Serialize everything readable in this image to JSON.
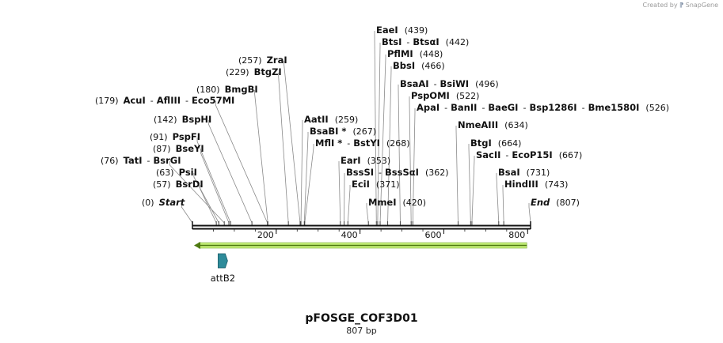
{
  "credit": {
    "text": "Created by",
    "brand": "SnapGene"
  },
  "map": {
    "title": "pFOSGE_COF3D01",
    "subtitle": "807 bp",
    "length": 807,
    "ticks": [
      200,
      400,
      600,
      800
    ],
    "features": [
      {
        "name": "attB2",
        "start": 65,
        "end": 90,
        "color": "#2e8b9a"
      }
    ],
    "orf": {
      "start": 0,
      "end": 798,
      "direction": "reverse",
      "color": "#c5ef7a"
    },
    "sites": [
      {
        "parts": [
          {
            "t": "(0)"
          },
          {
            "t": "Start",
            "style": "ital"
          }
        ],
        "pos": 0
      },
      {
        "parts": [
          {
            "t": "(57)"
          },
          {
            "t": "BsrDI",
            "style": "bold"
          }
        ],
        "pos": 57
      },
      {
        "parts": [
          {
            "t": "(63)"
          },
          {
            "t": "PsiI",
            "style": "bold"
          }
        ],
        "pos": 63
      },
      {
        "parts": [
          {
            "t": "(76)"
          },
          {
            "t": "TatI",
            "style": "bold"
          },
          {
            "t": "-"
          },
          {
            "t": "BsrGI",
            "style": "bold"
          }
        ],
        "pos": 76
      },
      {
        "parts": [
          {
            "t": "(87)"
          },
          {
            "t": "BseYI",
            "style": "bold"
          }
        ],
        "pos": 87
      },
      {
        "parts": [
          {
            "t": "(91)"
          },
          {
            "t": "PspFI",
            "style": "bold"
          }
        ],
        "pos": 91
      },
      {
        "parts": [
          {
            "t": "(142)"
          },
          {
            "t": "BspHI",
            "style": "bold"
          }
        ],
        "pos": 142
      },
      {
        "parts": [
          {
            "t": "(179)"
          },
          {
            "t": "AcuI",
            "style": "bold"
          },
          {
            "t": "-"
          },
          {
            "t": "AflIII",
            "style": "bold"
          },
          {
            "t": "-"
          },
          {
            "t": "Eco57MI",
            "style": "bold"
          }
        ],
        "pos": 179
      },
      {
        "parts": [
          {
            "t": "(180)"
          },
          {
            "t": "BmgBI",
            "style": "bold"
          }
        ],
        "pos": 180
      },
      {
        "parts": [
          {
            "t": "(229)"
          },
          {
            "t": "BtgZI",
            "style": "bold"
          }
        ],
        "pos": 229
      },
      {
        "parts": [
          {
            "t": "(257)"
          },
          {
            "t": "ZraI",
            "style": "bold"
          }
        ],
        "pos": 257
      },
      {
        "parts": [
          {
            "t": "AatII",
            "style": "bold"
          },
          {
            "t": "(259)"
          }
        ],
        "pos": 259
      },
      {
        "parts": [
          {
            "t": "BsaBI *",
            "style": "bold"
          },
          {
            "t": "(267)"
          }
        ],
        "pos": 267
      },
      {
        "parts": [
          {
            "t": "MflI *",
            "style": "bold"
          },
          {
            "t": "-"
          },
          {
            "t": "BstYI",
            "style": "bold"
          },
          {
            "t": "(268)"
          }
        ],
        "pos": 268
      },
      {
        "parts": [
          {
            "t": "EarI",
            "style": "bold"
          },
          {
            "t": "(353)"
          }
        ],
        "pos": 353
      },
      {
        "parts": [
          {
            "t": "BssSI",
            "style": "bold"
          },
          {
            "t": "-"
          },
          {
            "t": "BssSαI",
            "style": "bold"
          },
          {
            "t": "(362)"
          }
        ],
        "pos": 362
      },
      {
        "parts": [
          {
            "t": "EciI",
            "style": "bold"
          },
          {
            "t": "(371)"
          }
        ],
        "pos": 371
      },
      {
        "parts": [
          {
            "t": "MmeI",
            "style": "bold"
          },
          {
            "t": "(420)"
          }
        ],
        "pos": 420
      },
      {
        "parts": [
          {
            "t": "EaeI",
            "style": "bold"
          },
          {
            "t": "(439)"
          }
        ],
        "pos": 439
      },
      {
        "parts": [
          {
            "t": "BtsI",
            "style": "bold"
          },
          {
            "t": "-"
          },
          {
            "t": "BtsαI",
            "style": "bold"
          },
          {
            "t": "(442)"
          }
        ],
        "pos": 442
      },
      {
        "parts": [
          {
            "t": "PflMI",
            "style": "bold"
          },
          {
            "t": "(448)"
          }
        ],
        "pos": 448
      },
      {
        "parts": [
          {
            "t": "BbsI",
            "style": "bold"
          },
          {
            "t": "(466)"
          }
        ],
        "pos": 466
      },
      {
        "parts": [
          {
            "t": "BsaAI",
            "style": "bold"
          },
          {
            "t": "-"
          },
          {
            "t": "BsiWI",
            "style": "bold"
          },
          {
            "t": "(496)"
          }
        ],
        "pos": 496
      },
      {
        "parts": [
          {
            "t": "PspOMI",
            "style": "bold"
          },
          {
            "t": "(522)"
          }
        ],
        "pos": 522
      },
      {
        "parts": [
          {
            "t": "ApaI",
            "style": "bold"
          },
          {
            "t": "-"
          },
          {
            "t": "BanII",
            "style": "bold"
          },
          {
            "t": "-"
          },
          {
            "t": "BaeGI",
            "style": "bold"
          },
          {
            "t": "-"
          },
          {
            "t": "Bsp1286I",
            "style": "bold"
          },
          {
            "t": "-"
          },
          {
            "t": "Bme1580I",
            "style": "bold"
          },
          {
            "t": "(526)"
          }
        ],
        "pos": 526
      },
      {
        "parts": [
          {
            "t": "NmeAIII",
            "style": "bold"
          },
          {
            "t": "(634)"
          }
        ],
        "pos": 634
      },
      {
        "parts": [
          {
            "t": "BtgI",
            "style": "bold"
          },
          {
            "t": "(664)"
          }
        ],
        "pos": 664
      },
      {
        "parts": [
          {
            "t": "SacII",
            "style": "bold"
          },
          {
            "t": "-"
          },
          {
            "t": "EcoP15I",
            "style": "bold"
          },
          {
            "t": "(667)"
          }
        ],
        "pos": 667
      },
      {
        "parts": [
          {
            "t": "BsaI",
            "style": "bold"
          },
          {
            "t": "(731)"
          }
        ],
        "pos": 731
      },
      {
        "parts": [
          {
            "t": "HindIII",
            "style": "bold"
          },
          {
            "t": "(743)"
          }
        ],
        "pos": 743
      },
      {
        "parts": [
          {
            "t": "End",
            "style": "ital"
          },
          {
            "t": "(807)"
          }
        ],
        "pos": 807
      }
    ]
  }
}
